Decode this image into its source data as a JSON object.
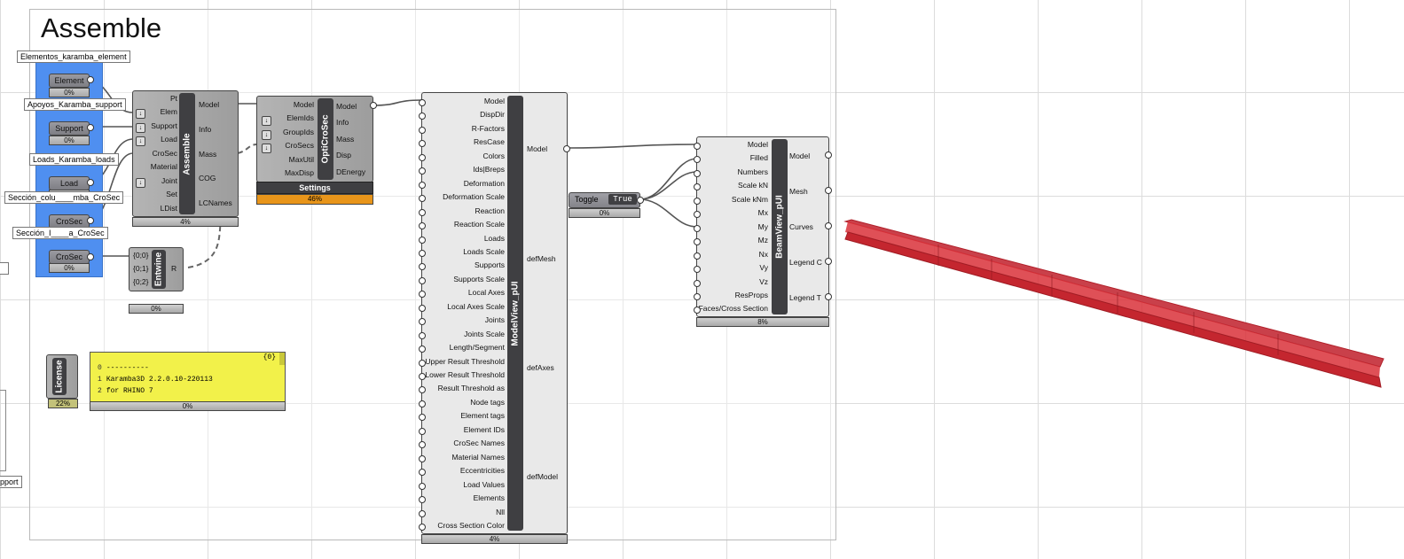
{
  "group": {
    "title": "Assemble"
  },
  "params": {
    "element": {
      "label": "Elementos_karamba_element",
      "name": "Element",
      "pct": "0%"
    },
    "support": {
      "label": "Apoyos_Karamba_support",
      "name": "Support",
      "pct": "0%"
    },
    "load": {
      "label": "Loads_Karamba_loads",
      "name": "Load",
      "pct": "0%"
    },
    "crosec1": {
      "label": "Sección_colu____mba_CroSec",
      "name": "CroSec",
      "pct": "0%"
    },
    "crosec2": {
      "label": "Sección_I____a_CroSec",
      "name": "CroSec",
      "pct": "0%"
    }
  },
  "assemble": {
    "title": "Assemble",
    "inputs": [
      "Pt",
      "Elem",
      "Support",
      "Load",
      "CroSec",
      "Material",
      "Joint",
      "Set",
      "LDist"
    ],
    "outputs": [
      "Model",
      "Info",
      "Mass",
      "COG",
      "LCNames"
    ],
    "pct": "4%"
  },
  "entwine": {
    "title": "Entwine",
    "inputs": [
      "{0;0}",
      "{0;1}",
      "{0;2}"
    ],
    "output": "R",
    "pct": "0%"
  },
  "opticrosec": {
    "title": "OptiCroSec",
    "inputs": [
      "Model",
      "ElemIds",
      "GroupIds",
      "CroSecs",
      "MaxUtil",
      "MaxDisp"
    ],
    "outputs": [
      "Model",
      "Info",
      "Mass",
      "Disp",
      "DEnergy"
    ],
    "settings": "Settings",
    "pct": "46%"
  },
  "modelview": {
    "title": "ModelView_pUI",
    "inputs": [
      "Model",
      "DispDir",
      "R-Factors",
      "ResCase",
      "Colors",
      "Ids|Breps",
      "Deformation",
      "Deformation Scale",
      "Reaction",
      "Reaction Scale",
      "Loads",
      "Loads Scale",
      "Supports",
      "Supports Scale",
      "Local Axes",
      "Local Axes Scale",
      "Joints",
      "Joints Scale",
      "Length/Segment",
      "Upper Result Threshold",
      "Lower Result Threshold",
      "Result Threshold as",
      "Node tags",
      "Element tags",
      "Element IDs",
      "CroSec Names",
      "Material Names",
      "Eccentricities",
      "Load Values",
      "Elements",
      "Nll",
      "Cross Section Color"
    ],
    "outputs": [
      "Model",
      "defMesh",
      "defAxes",
      "defModel"
    ],
    "pct": "4%"
  },
  "toggle": {
    "label": "Toggle",
    "value": "True",
    "pct": "0%"
  },
  "beamview": {
    "title": "BeamView_pUI",
    "inputs": [
      "Model",
      "Filled",
      "Numbers",
      "Scale kN",
      "Scale kNm",
      "Mx",
      "My",
      "Mz",
      "Nx",
      "Vy",
      "Vz",
      "ResProps",
      "Faces/Cross Section"
    ],
    "outputs": [
      "Model",
      "Mesh",
      "Curves",
      "Legend C",
      "Legend T"
    ],
    "pct": "8%"
  },
  "license": {
    "title": "License",
    "pct": "22%"
  },
  "panel": {
    "count": "{0}",
    "lines": [
      "----------",
      "Karamba3D 2.2.0.10-220113",
      "for RHINO 7"
    ],
    "pct": "0%"
  },
  "edge_labels": {
    "support": "pport"
  },
  "colors": {
    "beam": "#d9313a",
    "group_blue": "#4f8ff0",
    "panel_yellow": "#f2f14a",
    "settings_orange": "#e8951a"
  }
}
